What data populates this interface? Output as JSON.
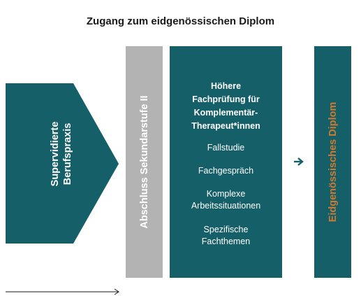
{
  "title": "Zugang zum eidgenössischen Diplom",
  "practice": {
    "line1": "Supervidierte",
    "line2": "Berufspraxis"
  },
  "secondary": {
    "label": "Abschluss Sekundarstufe II"
  },
  "exam": {
    "heading_lines": [
      "Höhere",
      "Fachprüfung für",
      "Komplementär-",
      "Therapeut*innen"
    ],
    "items": [
      [
        "Fallstudie"
      ],
      [
        "Fachgespräch"
      ],
      [
        "Komplexe",
        "Arbeitssituationen"
      ],
      [
        "Spezifische",
        "Fachthemen"
      ]
    ]
  },
  "diploma": {
    "label": "Eidgenössisches Diplom"
  },
  "colors": {
    "teal": "#155f68",
    "gray": "#b3b3b3",
    "orange": "#d17a2c",
    "text": "#1a1a1a"
  },
  "icons": {
    "flow_arrow": "arrow-right-icon",
    "timeline_arrow": "long-arrow-right-icon"
  }
}
